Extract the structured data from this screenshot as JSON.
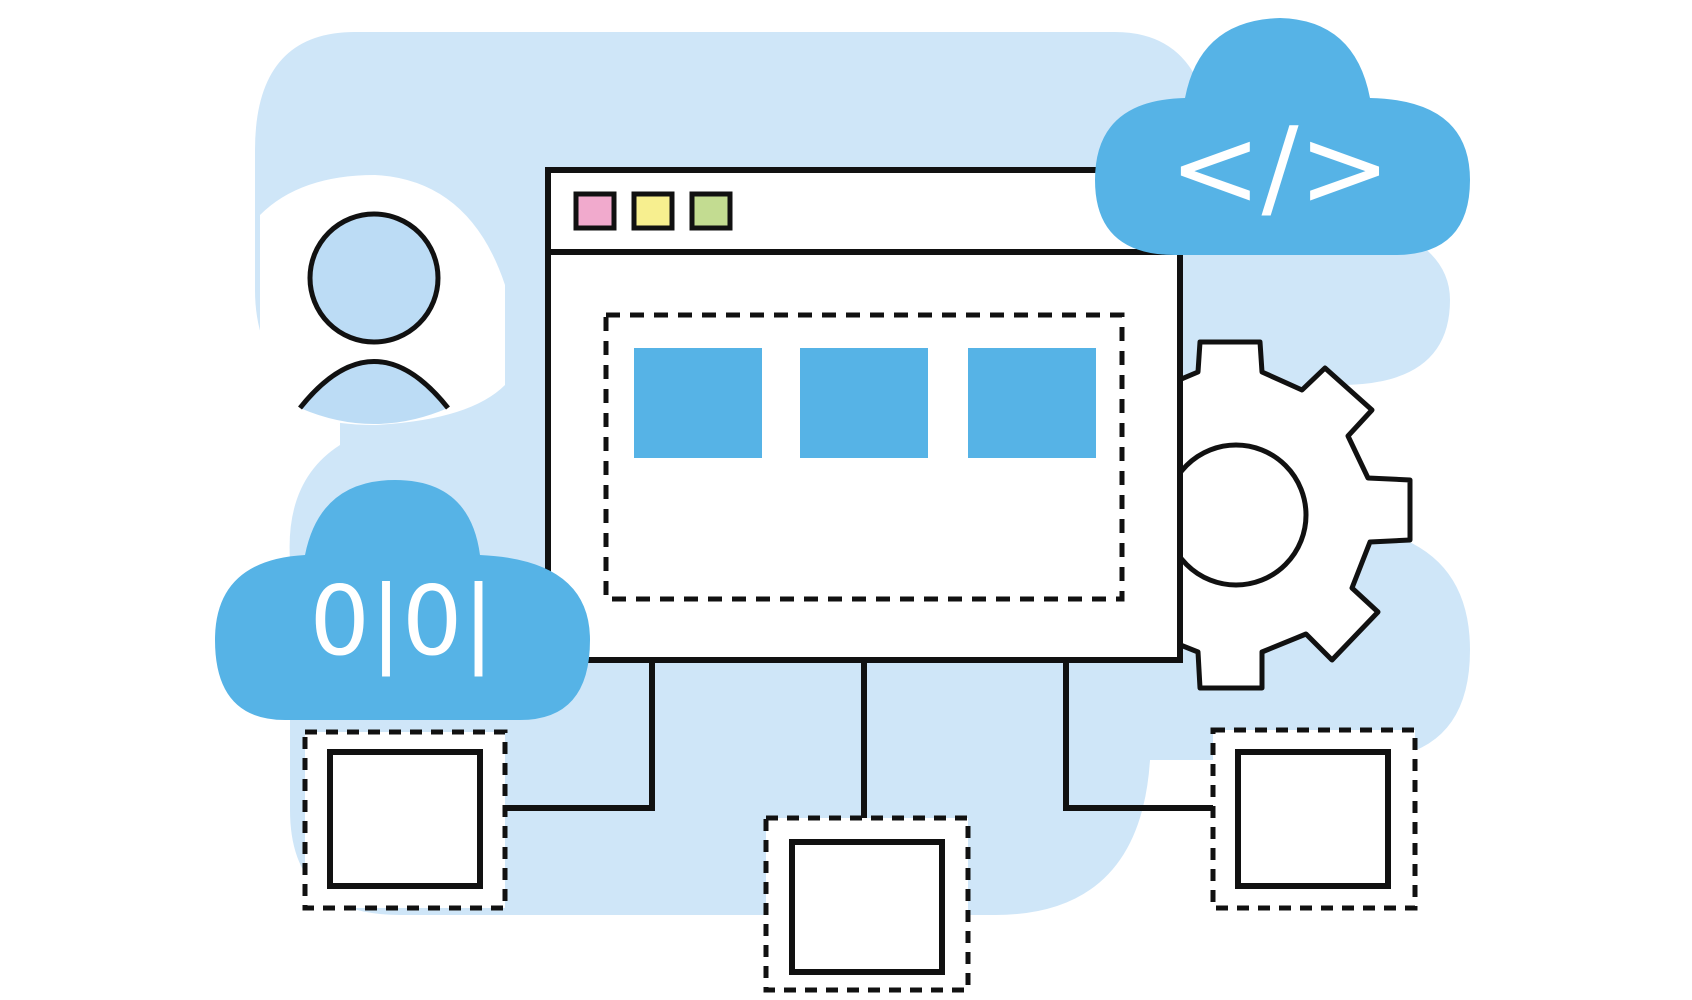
{
  "illustration": {
    "cloud_code_label": "</>",
    "cloud_binary_label": "0|0|",
    "window_dots": [
      "pink-dot",
      "yellow-dot",
      "green-dot"
    ],
    "content_tiles": 3,
    "connected_nodes": 3,
    "icons": [
      "user-icon",
      "gear-icon",
      "cloud-code-icon",
      "cloud-binary-icon",
      "browser-window"
    ]
  },
  "colors": {
    "background_blob": "#cfe6f8",
    "accent_blue": "#56b3e6",
    "stroke": "#111111",
    "dot_pink": "#f1aacd",
    "dot_yellow": "#f7ef8f",
    "dot_green": "#c3dc91",
    "white": "#ffffff"
  }
}
